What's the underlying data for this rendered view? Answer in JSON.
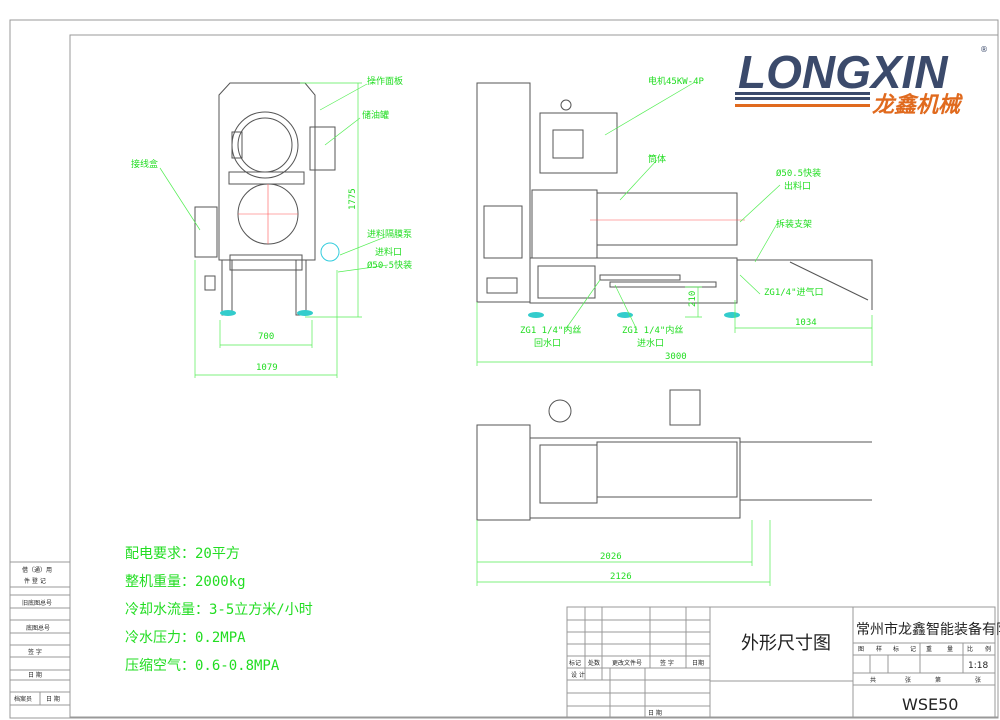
{
  "logo": {
    "brand": "LONGXIN",
    "registered": "®",
    "chinese": "龙鑫机械",
    "colors": {
      "brand": "#3b4a6b",
      "accent": "#e06a1e"
    }
  },
  "front_view": {
    "labels": {
      "control_panel": "操作面板",
      "oil_tank": "储油罐",
      "junction_box": "接线盒",
      "feed_pump": "进料隔膜泵",
      "feed_inlet": "进料口",
      "feed_fitting": "Ø50.5快装"
    },
    "dimensions": {
      "foot_span": "700",
      "overall_width": "1079",
      "height": "1775"
    }
  },
  "side_view": {
    "labels": {
      "motor": "电机45KW-4P",
      "cylinder": "筒体",
      "outlet_fitting": "Ø50.5快装",
      "outlet": "出料口",
      "bracket": "拆装支架",
      "air_inlet": "ZG1/4\"进气口",
      "return_thread": "ZG1 1/4\"内丝",
      "return_water": "回水口",
      "inlet_thread": "ZG1 1/4\"内丝",
      "inlet_water": "进水口"
    },
    "dimensions": {
      "pipe_height": "210",
      "bracket_length": "1034",
      "overall_length": "3000"
    }
  },
  "top_view": {
    "dimensions": {
      "inner_length": "2026",
      "outer_length": "2126"
    }
  },
  "notes": [
    "配电要求：20平方",
    "整机重量：2000kg",
    "冷却水流量：3-5立方米/小时",
    "冷水压力：0.2MPA",
    "压缩空气：0.6-0.8MPA"
  ],
  "left_strip": {
    "rows": [
      "借（通）用",
      "件 登 记",
      "旧底图总号",
      "底图总号",
      "签  字",
      "日  期",
      "档案员",
      "日  期"
    ]
  },
  "title_block": {
    "rev_headers": [
      "标记",
      "处数",
      "更改文件号",
      "签 字",
      "日期"
    ],
    "design": "设 计",
    "date": "日 期",
    "drawing_title": "外形尺寸图",
    "company": "常州市龙鑫智能装备有限公司",
    "props_headers": [
      "图",
      "样",
      "标",
      "记",
      "重",
      "量",
      "比",
      "例"
    ],
    "scale": "1:18",
    "sheet_headers": [
      "共",
      "张",
      "第",
      "张"
    ],
    "model": "WSE50"
  }
}
